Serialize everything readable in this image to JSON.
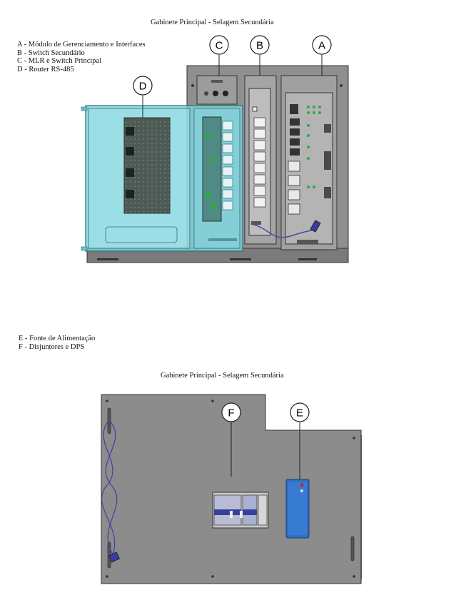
{
  "top_figure": {
    "title": "Gabinete Principal - Selagem Secundária",
    "legend": [
      "A - Módulo de Gerenciamento e Interfaces",
      "B - Switch Secundário",
      "C - MLR e Switch Principal",
      "D - Router RS-485"
    ],
    "callouts": [
      "A",
      "B",
      "C",
      "D"
    ]
  },
  "bottom_figure": {
    "title": "Gabinete Principal - Selagem Secundária",
    "legend": [
      "E - Fonte de Alimentação",
      "F - Disjuntores e DPS"
    ],
    "callouts": [
      "E",
      "F"
    ]
  },
  "colors": {
    "cabinet_gray": "#8c8c8c",
    "transparent_panel": "#7fd3dc",
    "power_supply_blue": "#2f6fc4",
    "breaker_blue": "#34429a"
  }
}
